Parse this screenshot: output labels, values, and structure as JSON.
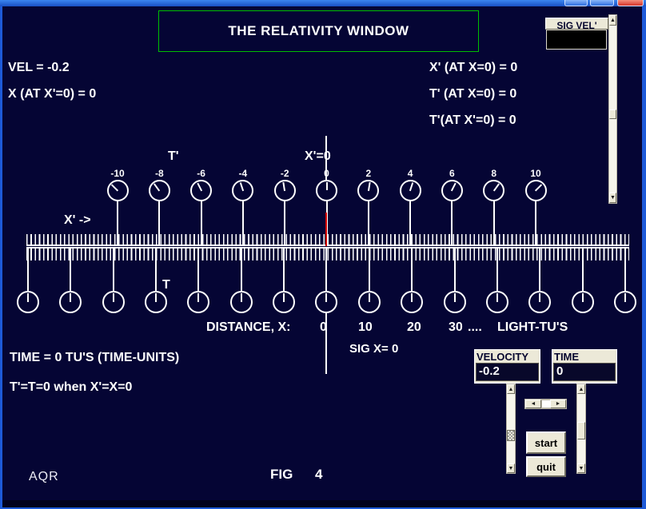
{
  "window": {
    "titlebar_buttons": [
      "minimize",
      "maximize",
      "close"
    ]
  },
  "header": {
    "title": "THE RELATIVITY WINDOW"
  },
  "readouts": {
    "vel": "VEL = -0.2",
    "x_at_xprime0": "X (AT X'=0) = 0",
    "xprime_at_x0": "X' (AT X=0) = 0",
    "tprime_at_x0": "T' (AT X=0) = 0",
    "tprime_at_xprime0": "T'(AT X'=0) = 0",
    "time_line": "TIME = 0 TU'S (TIME-UNITS)",
    "sync_line": "T'=T=0 when X'=X=0",
    "sig_x": "SIG X= 0"
  },
  "sig_vel": {
    "label": "SIG VEL'",
    "value": ""
  },
  "diagram": {
    "t_prime_label": "T'",
    "x_prime_zero_label": "X'=0",
    "x_prime_arrow_label": "X' ->",
    "t_label": "T",
    "top_clocks": [
      {
        "label": "-10",
        "angle": -45
      },
      {
        "label": "-8",
        "angle": -36
      },
      {
        "label": "-6",
        "angle": -27
      },
      {
        "label": "-4",
        "angle": -18
      },
      {
        "label": "-2",
        "angle": -9
      },
      {
        "label": "0",
        "angle": 0
      },
      {
        "label": "2",
        "angle": 9
      },
      {
        "label": "4",
        "angle": 18
      },
      {
        "label": "6",
        "angle": 27
      },
      {
        "label": "8",
        "angle": 36
      },
      {
        "label": "10",
        "angle": 45
      }
    ],
    "bottom_clock_count": 15,
    "bottom_clock_angle": 0,
    "distance_scale": {
      "label": "DISTANCE, X:",
      "ticks": [
        "0",
        "10",
        "20",
        "30"
      ],
      "dots": "....",
      "units": "LIGHT-TU'S"
    }
  },
  "controls": {
    "velocity": {
      "label": "VELOCITY",
      "value": "-0.2"
    },
    "time": {
      "label": "TIME",
      "value": "0"
    },
    "start_label": "start",
    "quit_label": "quit"
  },
  "icons": {
    "scroll_up": "▲",
    "scroll_down": "▼",
    "scroll_left": "◄",
    "scroll_right": "►"
  },
  "footer": {
    "credit": "AQR",
    "fig_label": "FIG",
    "fig_number": "4"
  },
  "colors": {
    "background": "#050534",
    "accent_green": "#00BE00",
    "marker_red": "#D40000",
    "widget_beige": "#ECE9D8",
    "border_blue": "#1E5AD8",
    "text": "#FFFFFF"
  }
}
